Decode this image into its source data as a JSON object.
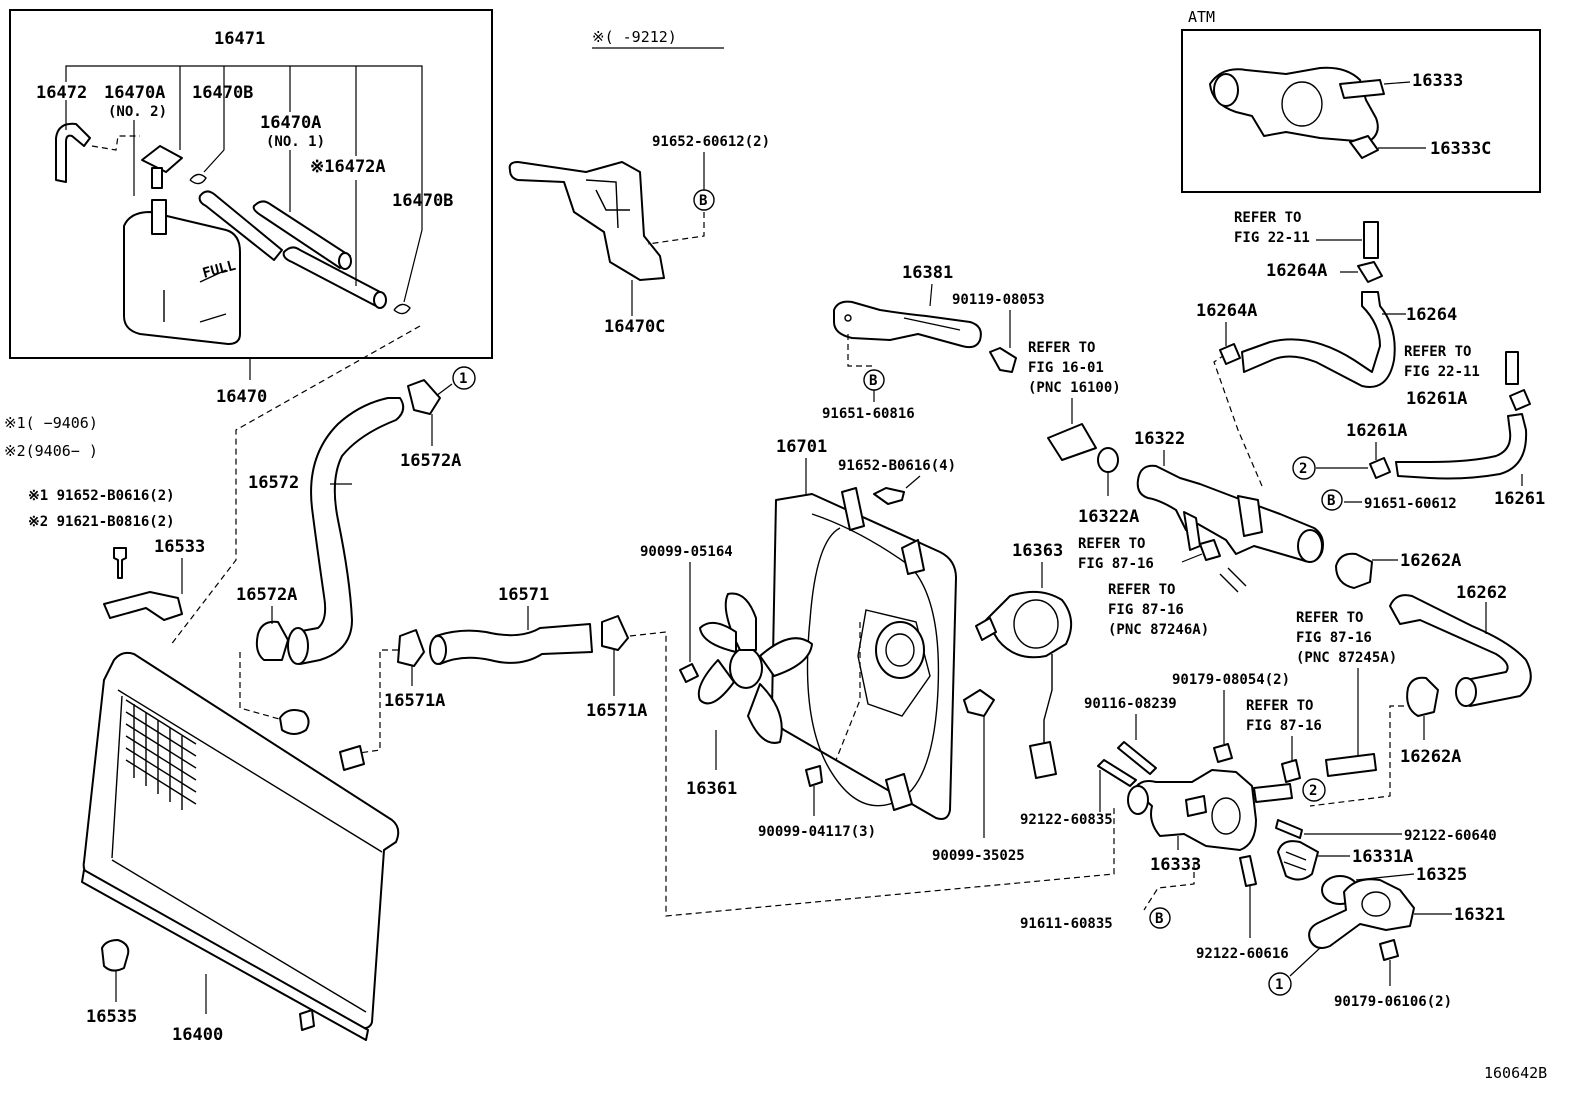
{
  "figure_id": "160642B",
  "boxes": {
    "reservoir_box": {
      "top_label": "16471",
      "bottom_label": "16470"
    },
    "atm_box": {
      "title": "ATM"
    }
  },
  "notes": {
    "top_note": "※(     -9212)",
    "note1": "※1(     −9406)",
    "note2": "※2(9406−      )",
    "bolt_note1": "※1  91652-B0616(2)",
    "bolt_note2": "※2  91621-B0816(2)"
  },
  "labels": {
    "p16472": "16472",
    "p16470A_no2": "16470A",
    "no2": "(NO. 2)",
    "p16470B_top": "16470B",
    "p16470A_no1": "16470A",
    "no1": "(NO. 1)",
    "p16472A": "※16472A",
    "p16470B_right": "16470B",
    "p91652_60612": "91652-60612(2)",
    "p16470C": "16470C",
    "p16381": "16381",
    "p90119_08053": "90119-08053",
    "refer_16_01_a": "REFER TO",
    "refer_16_01_b": "FIG 16-01",
    "refer_16_01_c": "(PNC 16100)",
    "p91651_60816": "91651-60816",
    "p16572A_top": "16572A",
    "p16572": "16572",
    "p16533": "16533",
    "p16572A_low": "16572A",
    "p16571": "16571",
    "p16571A_left": "16571A",
    "p16571A_right": "16571A",
    "p16701": "16701",
    "p91652_B0616_4": "91652-B0616(4)",
    "p90099_05164": "90099-05164",
    "p16361": "16361",
    "p90099_04117": "90099-04117(3)",
    "p90099_35025": "90099-35025",
    "p16363": "16363",
    "p16322": "16322",
    "p16322A": "16322A",
    "refer_87_16_a1": "REFER TO",
    "refer_87_16_a2": "FIG 87-16",
    "refer_87_16_b1": "REFER TO",
    "refer_87_16_b2": "FIG 87-16",
    "refer_87_16_b3": "(PNC 87246A)",
    "p16333_atm": "16333",
    "p16333C": "16333C",
    "refer_22_11_a1": "REFER TO",
    "refer_22_11_a2": "FIG 22-11",
    "p16264A_top": "16264A",
    "p16264A_left": "16264A",
    "p16264": "16264",
    "refer_22_11_b1": "REFER TO",
    "refer_22_11_b2": "FIG 22-11",
    "p16261A_right": "16261A",
    "p16261A_mid": "16261A",
    "p16261": "16261",
    "p91651_60612": "91651-60612",
    "p16262A_top": "16262A",
    "p16262": "16262",
    "refer_87_16_c1": "REFER TO",
    "refer_87_16_c2": "FIG 87-16",
    "refer_87_16_c3": "(PNC 87245A)",
    "p90179_08054": "90179-08054(2)",
    "p90116_08239": "90116-08239",
    "refer_87_16_d1": "REFER TO",
    "refer_87_16_d2": "FIG 87-16",
    "p16262A_low": "16262A",
    "p92122_60835": "92122-60835",
    "p16333": "16333",
    "p92122_60640": "92122-60640",
    "p16331A": "16331A",
    "p16325": "16325",
    "p16321": "16321",
    "p91611_60835": "91611-60835",
    "p92122_60616": "92122-60616",
    "p90179_06106": "90179-06106(2)",
    "p16535": "16535",
    "p16400": "16400"
  },
  "callouts": {
    "b": "B",
    "one": "1",
    "two": "2"
  }
}
